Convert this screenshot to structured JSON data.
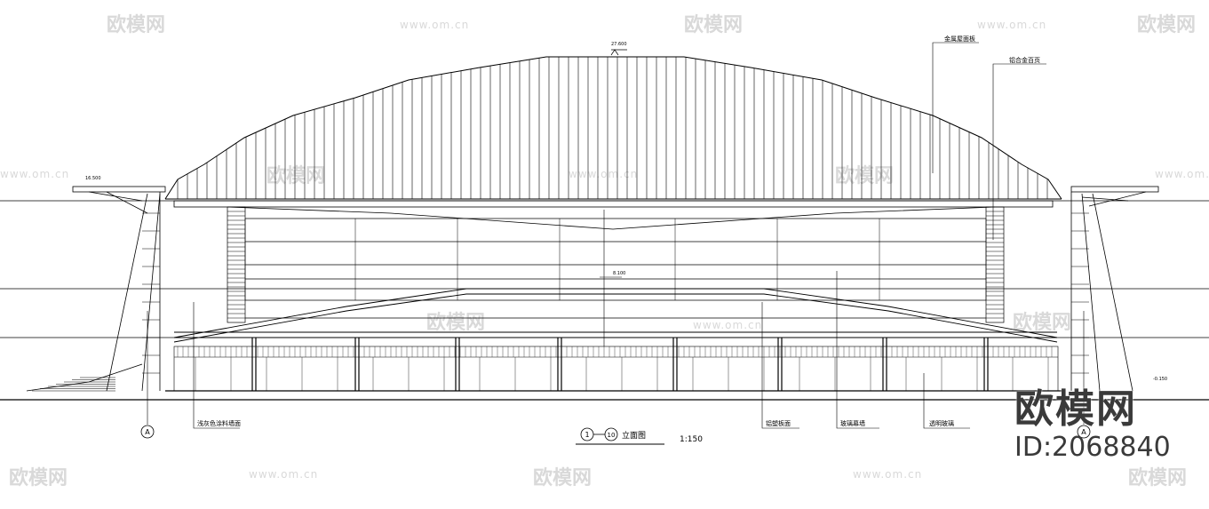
{
  "drawing": {
    "title": "立面图",
    "axis_from": "1",
    "axis_to": "10",
    "scale": "1:150"
  },
  "annotations": {
    "roof_metal": "金属屋面板",
    "roof_alu": "铝合金百页",
    "wall_paint": "浅灰色涂料墙面",
    "alu_panel": "铝塑板面",
    "glass_curtain": "玻璃幕墙",
    "clear_glass": "透明玻璃"
  },
  "levels": {
    "top": "27.600",
    "left_canopy": "16.500",
    "mid": "8.100",
    "ground": "-0.150"
  },
  "grid_left": "A",
  "grid_right": "A",
  "watermark": {
    "brand": "欧模网",
    "url": "www.om.cn",
    "logo": "欧模网",
    "id": "ID:2068840"
  }
}
